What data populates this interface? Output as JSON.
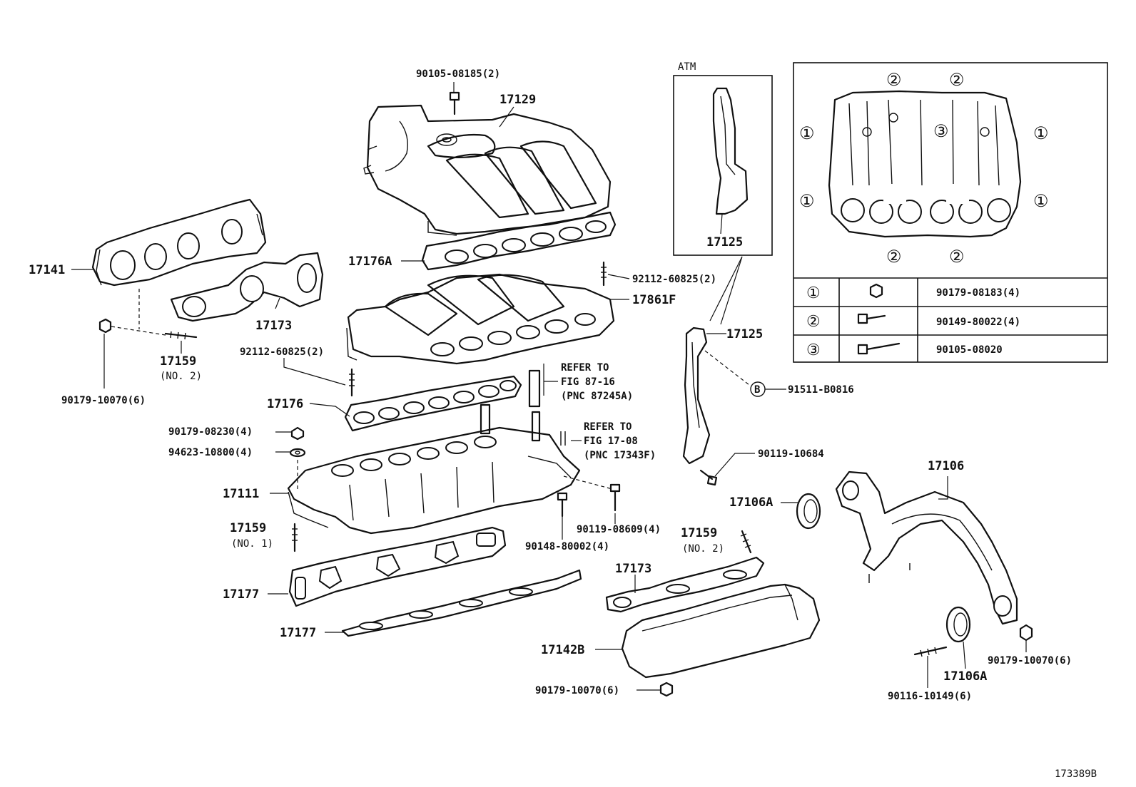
{
  "labels": {
    "p90105_08185": "90105-08185(2)",
    "p17129": "17129",
    "atm": "ATM",
    "p17125_atm": "17125",
    "p17141": "17141",
    "p17176A": "17176A",
    "p92112_60825_r": "92112-60825(2)",
    "p17861F": "17861F",
    "p17125": "17125",
    "p17173_l": "17173",
    "p17159_l": "17159",
    "no2_l": "(NO. 2)",
    "p90179_10070_l": "90179-10070(6)",
    "p92112_60825_l": "92112-60825(2)",
    "refer1_a": "REFER TO",
    "refer1_b": "FIG 87-16",
    "refer1_c": "(PNC 87245A)",
    "p91511_B0816": "91511-B0816",
    "ref_b": "B",
    "p17176": "17176",
    "p90179_08230": "90179-08230(4)",
    "p94623_10800": "94623-10800(4)",
    "refer2_a": "REFER TO",
    "refer2_b": "FIG 17-08",
    "refer2_c": "(PNC 17343F)",
    "p90119_10684": "90119-10684",
    "p17106": "17106",
    "p17111": "17111",
    "p17106A_top": "17106A",
    "p90119_08609": "90119-08609(4)",
    "p17159_no1": "17159",
    "no1": "(NO. 1)",
    "p90148_80002": "90148-80002(4)",
    "p17159_r": "17159",
    "no2_r": "(NO. 2)",
    "p17173_r": "17173",
    "p17177_a": "17177",
    "p17177_b": "17177",
    "p17142B": "17142B",
    "p90179_10070_b": "90179-10070(6)",
    "p90179_10070_r": "90179-10070(6)",
    "p17106A_bot": "17106A",
    "p90116_10149": "90116-10149(6)",
    "figure_id": "173389B"
  },
  "inset": {
    "markers": {
      "m1": "①",
      "m2": "②",
      "m3": "③"
    },
    "legend": [
      {
        "mark": "①",
        "part": "90179-08183(4)",
        "icon": "nut-icon"
      },
      {
        "mark": "②",
        "part": "90149-80022(4)",
        "icon": "short-bolt-icon"
      },
      {
        "mark": "③",
        "part": "90105-08020",
        "icon": "long-bolt-icon"
      }
    ]
  }
}
